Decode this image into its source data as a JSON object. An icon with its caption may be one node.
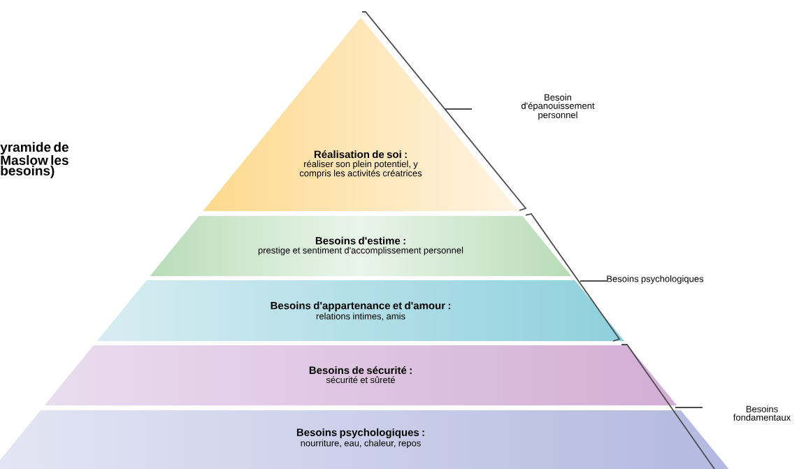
{
  "diagram": {
    "title": "yramide de Maslow les besoins)",
    "nodes": [
      {
        "text": [
          "Réalisation de soi :",
          "réaliser son plein potentiel, y compris les activités créatrices"
        ]
      },
      {
        "text": [
          "Besoins d'estime :",
          "prestige et sentiment d'accomplissement personnel"
        ]
      },
      {
        "text": [
          "Besoins d'appartenance et d'amour :",
          "relations intimes, amis"
        ]
      },
      {
        "text": [
          "Besoins de sécurité :",
          "sécurité et sûreté"
        ]
      },
      {
        "text": [
          "Besoins psychologiques :",
          "nourriture, eau, chaleur, repos"
        ]
      }
    ],
    "labels": [
      "Besoin d'épanouissement personnel",
      "Besoins psychologiques",
      "Besoins fondamentaux"
    ]
  }
}
